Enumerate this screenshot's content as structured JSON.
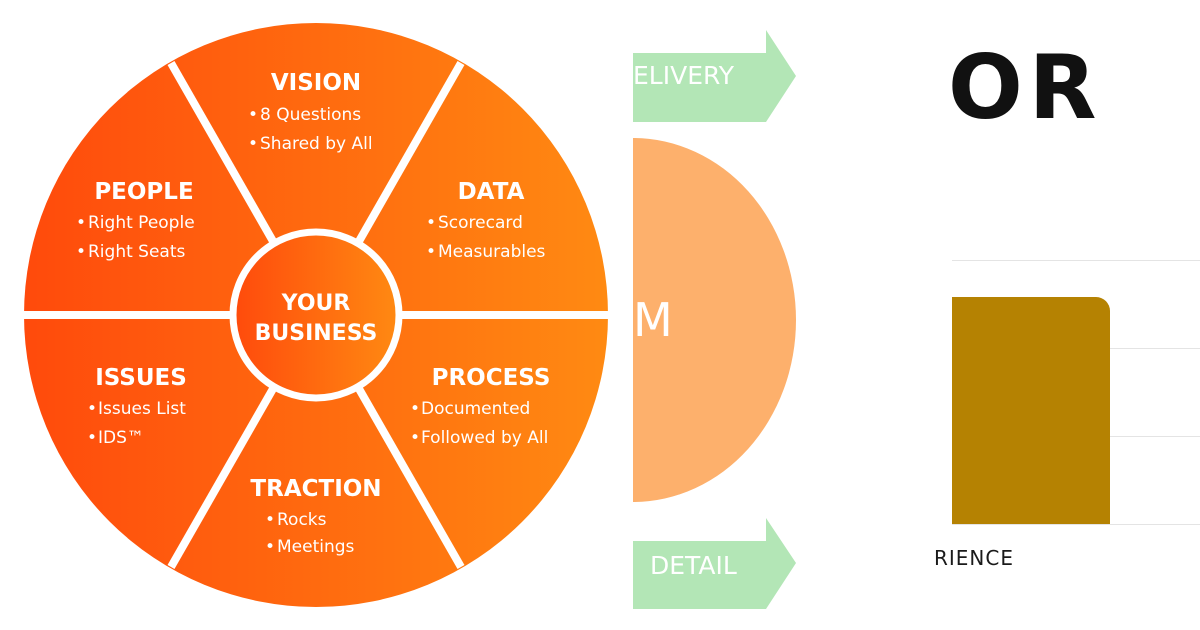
{
  "wheel": {
    "hub_line1": "YOUR",
    "hub_line2": "BUSINESS",
    "segments": [
      {
        "title": "VISION",
        "items": [
          "8 Questions",
          "Shared by All"
        ]
      },
      {
        "title": "DATA",
        "items": [
          "Scorecard",
          "Measurables"
        ]
      },
      {
        "title": "PROCESS",
        "items": [
          "Documented",
          "Followed by All"
        ]
      },
      {
        "title": "TRACTION",
        "items": [
          "Rocks",
          "Meetings"
        ]
      },
      {
        "title": "ISSUES",
        "items": [
          "Issues List",
          "IDS™"
        ]
      },
      {
        "title": "PEOPLE",
        "items": [
          "Right People",
          "Right Seats"
        ]
      }
    ],
    "colors": {
      "start": "#ff4a0c",
      "end": "#ff8a12",
      "divider": "#ffffff"
    }
  },
  "flow": {
    "top_arrow_label": "ELIVERY",
    "bottom_arrow_label": "DETAIL",
    "half_circle_label": "M",
    "colors": {
      "arrow": "#b3e6b6",
      "half_circle": "#fdb06c"
    }
  },
  "chart_panel": {
    "heading_fragment": "OR",
    "bar_label": "RIENCE",
    "colors": {
      "bar": "#b58202"
    }
  }
}
